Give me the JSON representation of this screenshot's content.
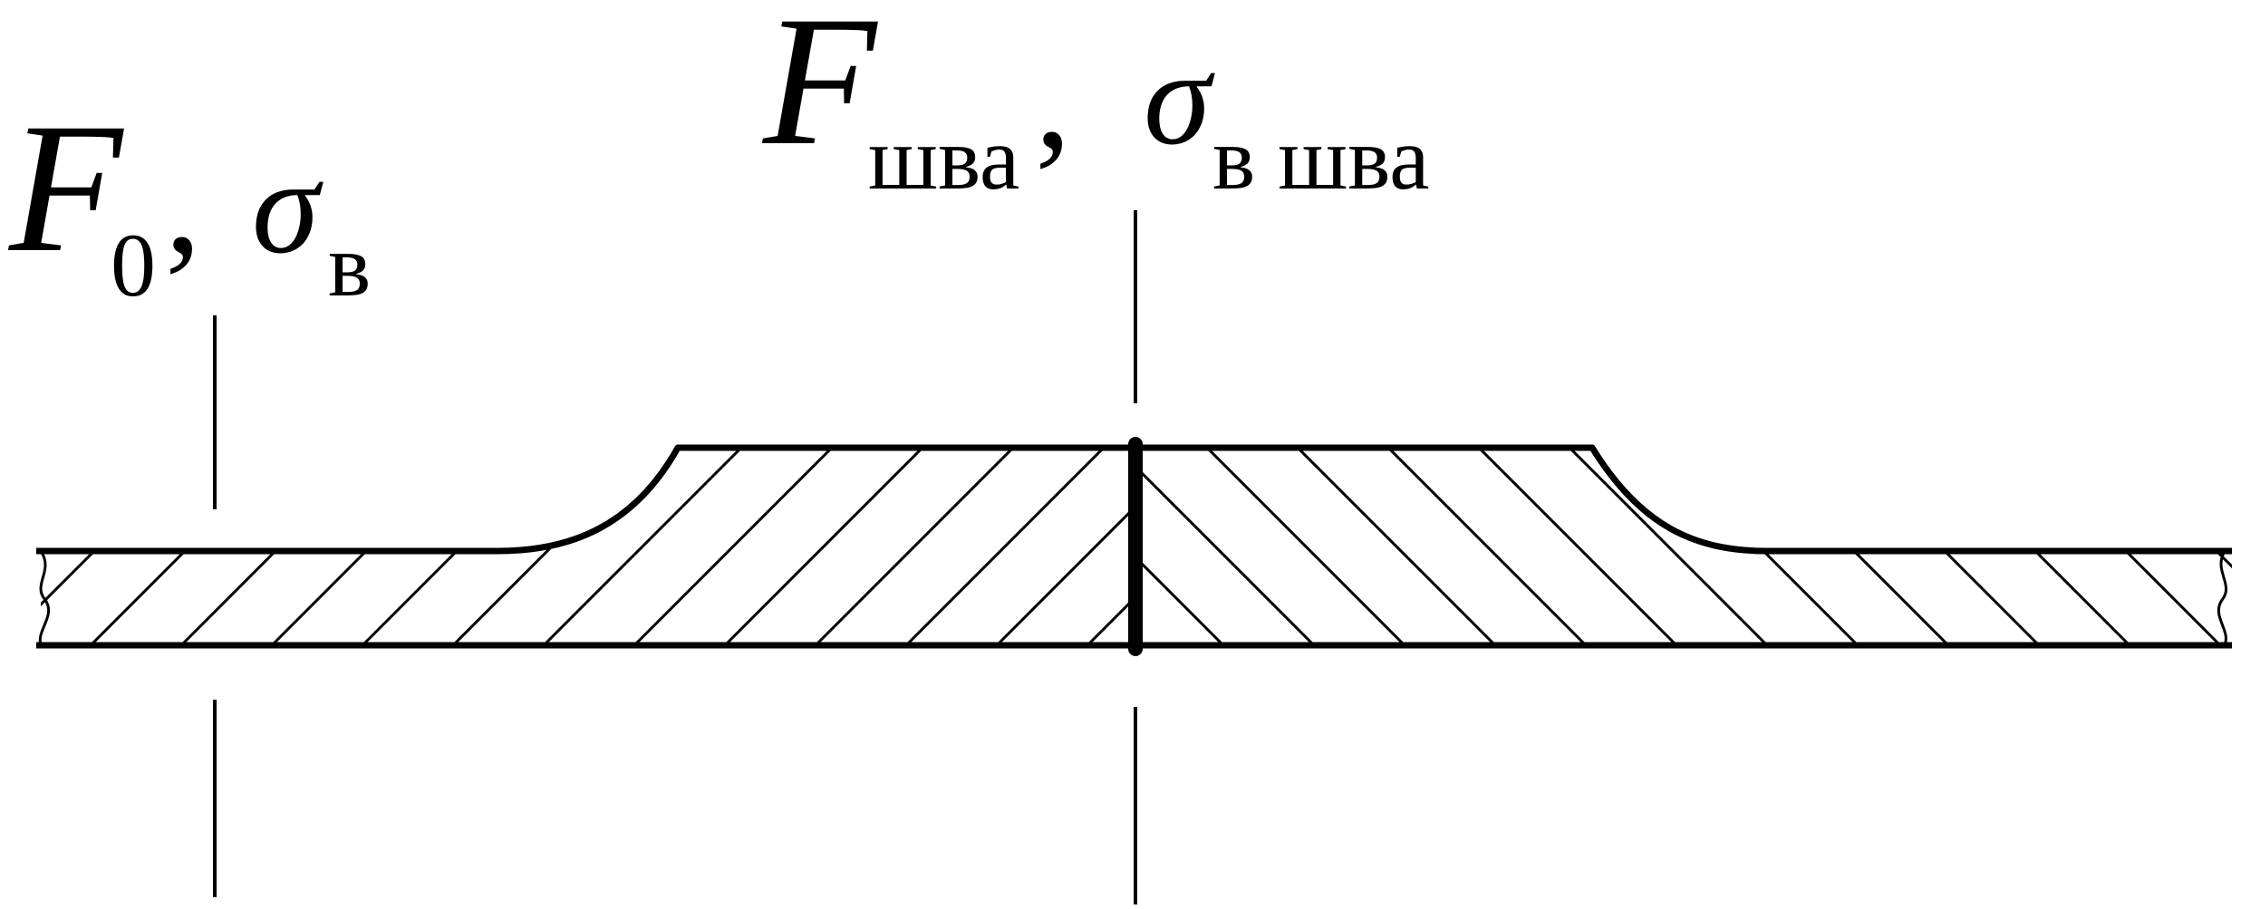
{
  "labels": {
    "base": {
      "symbol": "F",
      "subscript": "0",
      "separator": ",",
      "stress_symbol": "σ",
      "stress_subscript": "в"
    },
    "weld": {
      "symbol": "F",
      "subscript": "шва",
      "separator": ",",
      "stress_symbol": "σ",
      "stress_subscript": "в шва"
    }
  },
  "colors": {
    "ink": "#000000",
    "background": "#ffffff"
  }
}
